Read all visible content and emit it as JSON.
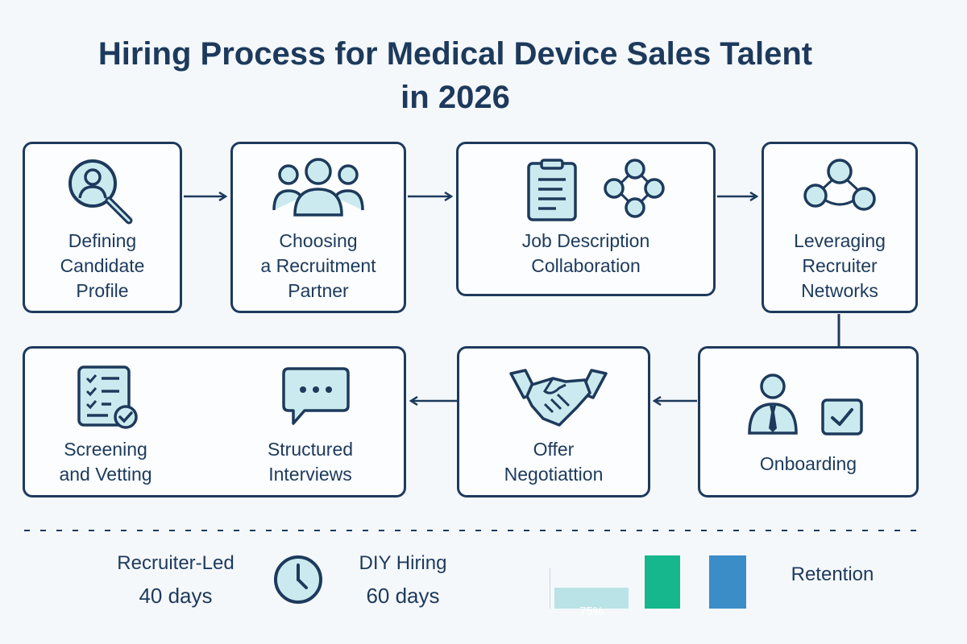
{
  "title": {
    "line1": "Hiring Process for Medical Device Sales Talent",
    "line2": "in 2026"
  },
  "steps": {
    "defining": {
      "line1": "Defining",
      "line2": "Candidate",
      "line3": "Profile",
      "icon": "magnifier-person-icon"
    },
    "choosing": {
      "line1": "Choosing",
      "line2": "a Recruitment",
      "line3": "Partner",
      "icon": "group-icon"
    },
    "job_description": {
      "line1": "Job Description",
      "line2": "Collaboration",
      "icon": "clipboard-network-icon"
    },
    "leveraging": {
      "line1": "Leveraging",
      "line2": "Recruiter",
      "line3": "Networks",
      "icon": "network-nodes-icon"
    },
    "onboarding": {
      "line1": "Onboarding",
      "icon": "person-tie-checkbox-icon"
    },
    "offer": {
      "line1": "Offer",
      "line2": "Negotiattion",
      "icon": "handshake-icon"
    },
    "screening": {
      "line1": "Screening",
      "line2": "and Vetting",
      "icon": "checklist-icon"
    },
    "interviews": {
      "line1": "Structured",
      "line2": "Interviews",
      "icon": "chat-bubble-icon"
    }
  },
  "comparison": {
    "recruiter_led": {
      "label": "Recruiter-Led",
      "value": "40 days"
    },
    "diy": {
      "label": "DIY Hiring",
      "value": "60 days"
    },
    "clock_icon": "clock-icon"
  },
  "retention": {
    "label": "Retention",
    "bar_label": "75%",
    "bars": [
      {
        "value": 75,
        "color": "#b9e3e6"
      },
      {
        "value": 100,
        "color": "#16b78c"
      },
      {
        "value": 100,
        "color": "#3b8dc8"
      }
    ]
  },
  "colors": {
    "navy": "#1d3a5c",
    "icon_fill": "#cbeaef",
    "background": "#f5f8fb"
  }
}
